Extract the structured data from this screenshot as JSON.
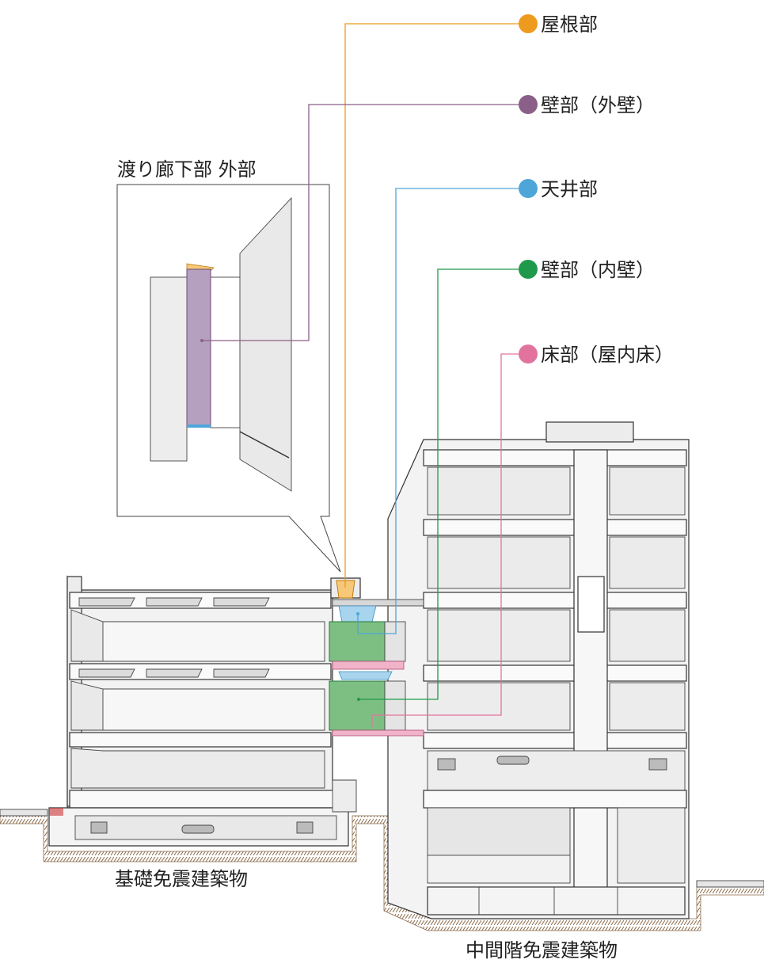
{
  "legend": [
    {
      "id": "roof",
      "label": "屋根部",
      "color": "#ee9a1e"
    },
    {
      "id": "wall-outer",
      "label": "壁部（外壁）",
      "color": "#8a5f88"
    },
    {
      "id": "ceiling",
      "label": "天井部",
      "color": "#4ea6d8"
    },
    {
      "id": "wall-inner",
      "label": "壁部（内壁）",
      "color": "#1f9a4a"
    },
    {
      "id": "floor",
      "label": "床部（屋内床）",
      "color": "#e2739e"
    }
  ],
  "inset_title": "渡り廊下部 外部",
  "building_labels": {
    "base_isolated": "基礎免震建築物",
    "mid_isolated": "中間階免震建築物"
  },
  "part_colors": {
    "roof_fill": "#f6c878",
    "outer_wall_fill": "#b5a0c0",
    "ceiling_fill": "#a8d4ee",
    "inner_wall_fill": "#7dbf82",
    "floor_fill": "#f1b3c8",
    "ground": "#8a6a48"
  }
}
